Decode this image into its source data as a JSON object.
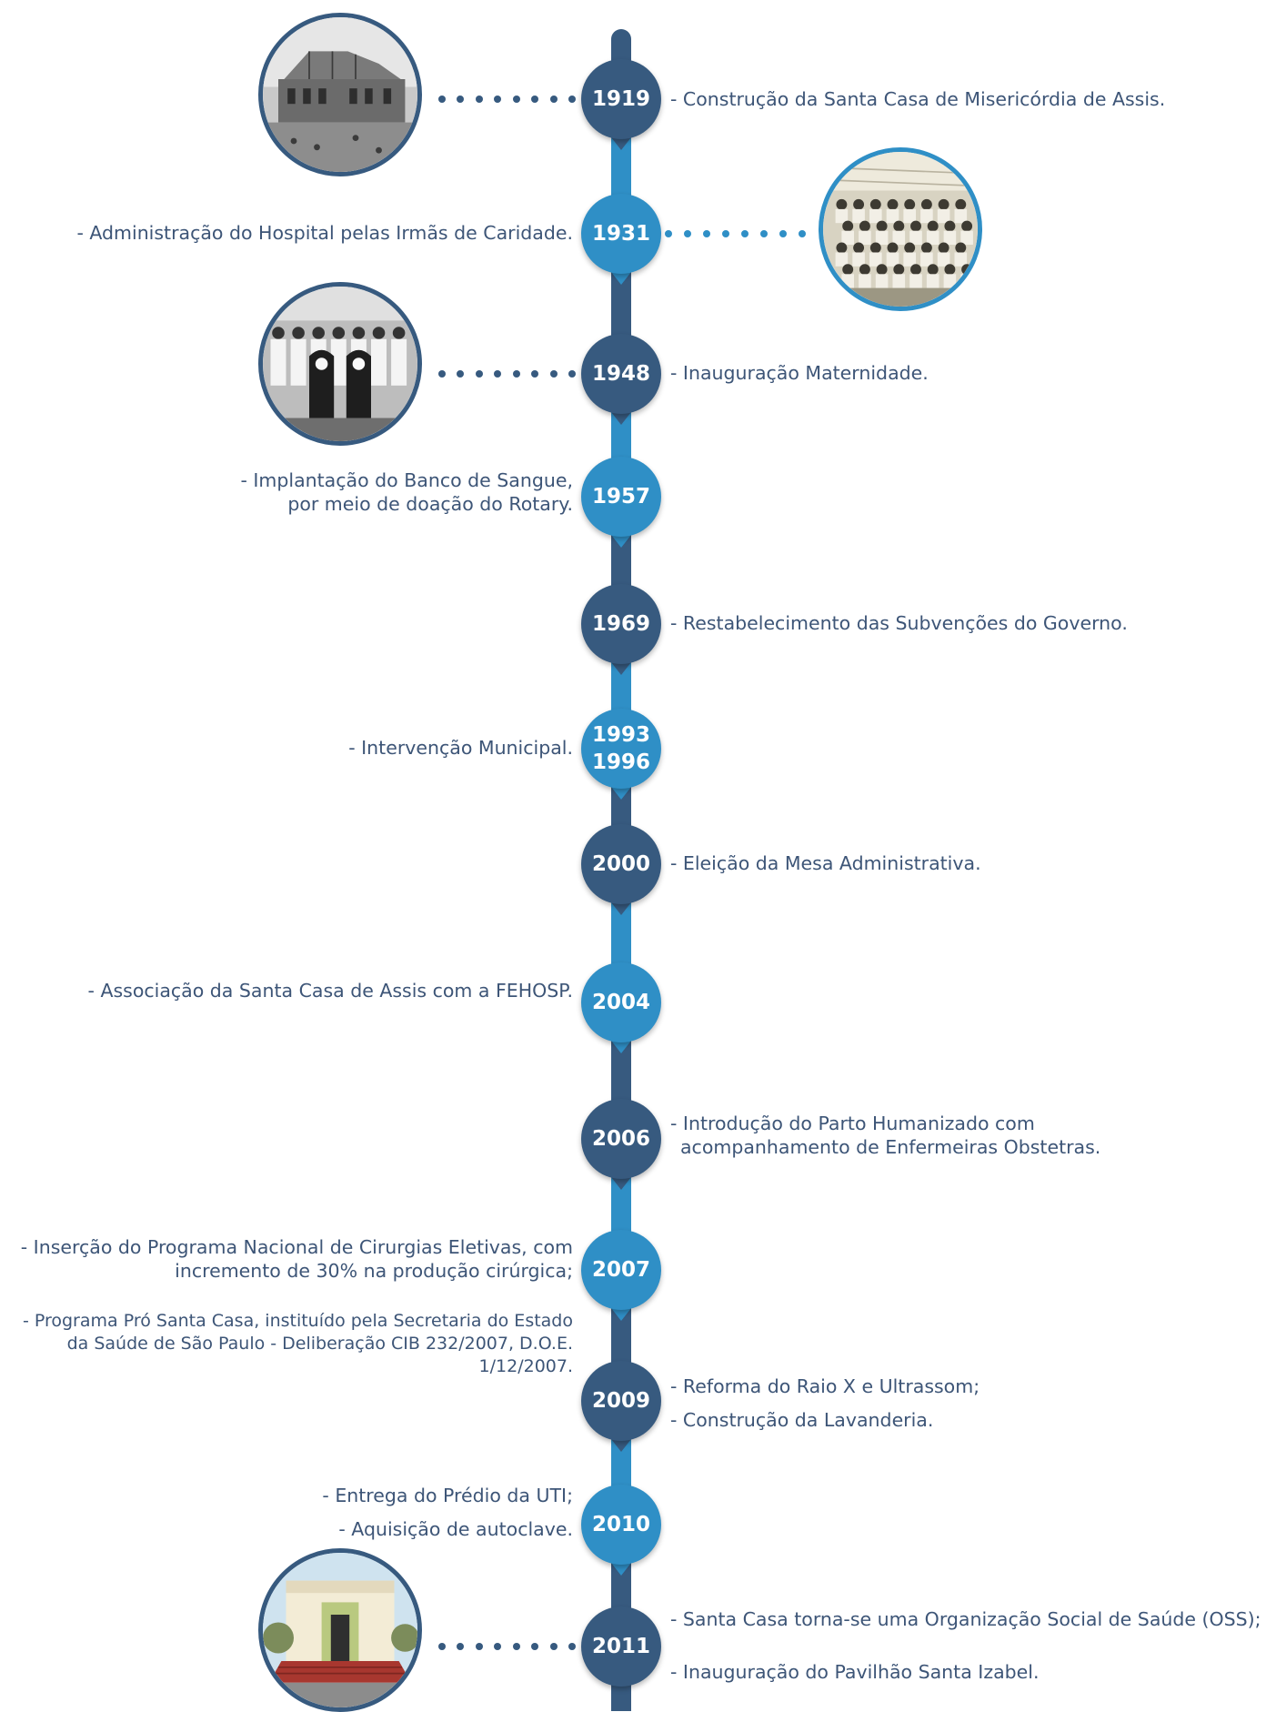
{
  "colors": {
    "dark": "#375a7f",
    "light": "#2f8fc6",
    "text": "#3d5577"
  },
  "events": [
    {
      "years": [
        "1919"
      ],
      "text_right": [
        "- Construção da Santa Casa de Misericórdia de Assis."
      ],
      "photo": "construction-building"
    },
    {
      "years": [
        "1931"
      ],
      "text_left": [
        "- Administração do Hospital pelas Irmãs de Caridade."
      ],
      "photo": "group-of-sisters"
    },
    {
      "years": [
        "1948"
      ],
      "text_right": [
        "- Inauguração Maternidade."
      ],
      "photo": "nurses-and-nuns"
    },
    {
      "years": [
        "1957"
      ],
      "text_left": [
        "- Implantação do Banco de Sangue,",
        "por meio de doação do Rotary."
      ]
    },
    {
      "years": [
        "1969"
      ],
      "text_right": [
        "- Restabelecimento das Subvenções do Governo."
      ]
    },
    {
      "years": [
        "1993",
        "1996"
      ],
      "text_left": [
        "- Intervenção Municipal."
      ]
    },
    {
      "years": [
        "2000"
      ],
      "text_right": [
        "- Eleição da Mesa Administrativa."
      ]
    },
    {
      "years": [
        "2004"
      ],
      "text_left": [
        "- Associação da Santa Casa de Assis com a FEHOSP."
      ]
    },
    {
      "years": [
        "2006"
      ],
      "text_right": [
        "- Introdução do Parto Humanizado com",
        "acompanhamento de Enfermeiras Obstetras."
      ]
    },
    {
      "years": [
        "2007"
      ],
      "text_left": [
        "- Inserção do Programa Nacional de Cirurgias Eletivas, com",
        "incremento de 30% na produção cirúrgica;"
      ]
    },
    {
      "years": [],
      "text_left": [
        "- Programa Pró Santa Casa, instituído pela Secretaria do Estado",
        "da Saúde de São Paulo - Deliberação CIB 232/2007, D.O.E.",
        "1/12/2007."
      ]
    },
    {
      "years": [
        "2009"
      ],
      "text_right": [
        "- Reforma do Raio X e Ultrassom;",
        "- Construção da Lavanderia."
      ]
    },
    {
      "years": [
        "2010"
      ],
      "text_left": [
        "- Entrega do Prédio da UTI;",
        "- Aquisição de autoclave."
      ]
    },
    {
      "years": [
        "2011"
      ],
      "text_right": [
        "- Santa Casa torna-se uma Organização Social de Saúde (OSS);",
        "- Inauguração do Pavilhão Santa Izabel."
      ],
      "photo": "hospital-entrance"
    }
  ]
}
